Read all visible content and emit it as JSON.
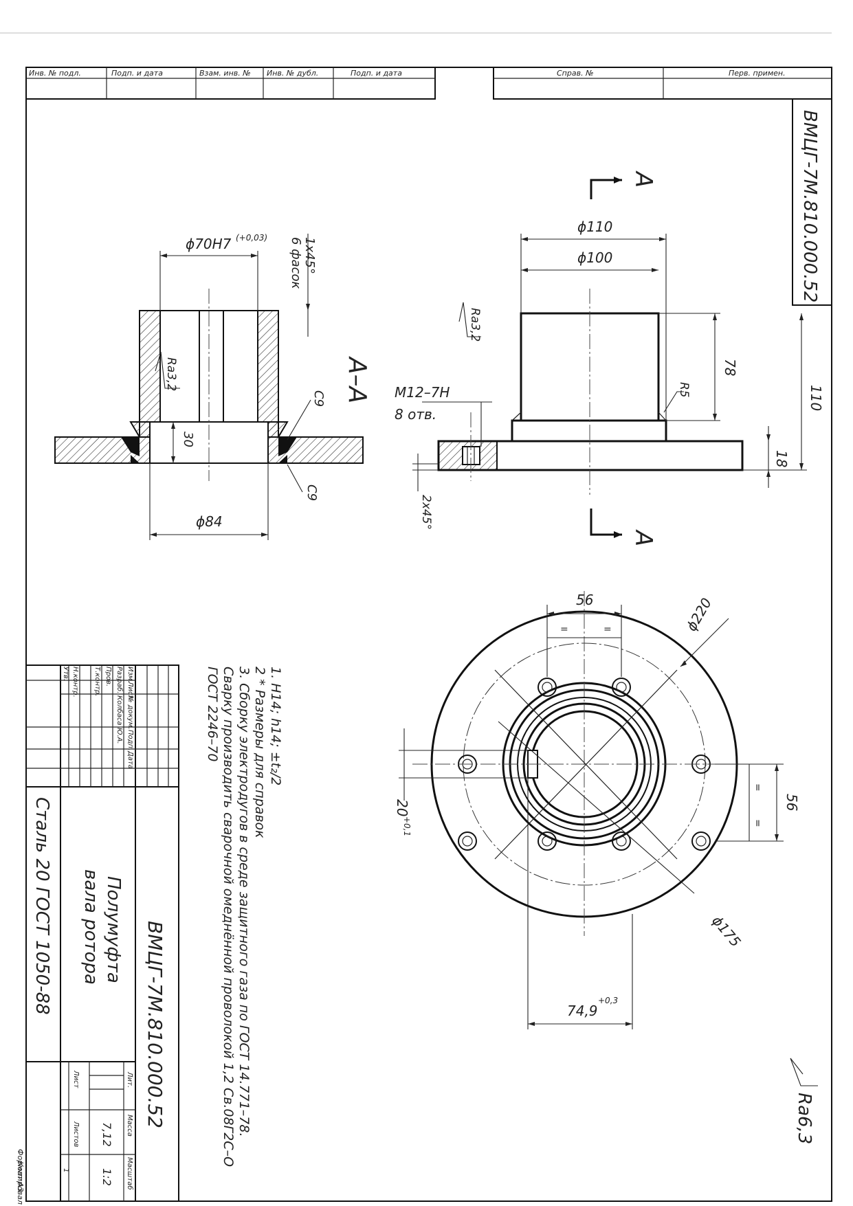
{
  "margin_table": {
    "headers": [
      "Инв. № подл.",
      "Подп. и дата",
      "Взам. инв. №",
      "Инв. № дубл.",
      "Подп. и дата"
    ],
    "right_headers": [
      "Справ. №",
      "Перв. примен."
    ]
  },
  "designation_top": "ВМЦГ-7М.810.000.52",
  "section_label": "А–А",
  "section_mark": "А",
  "dims": {
    "d70": "ϕ70Н7",
    "d70_tol": "(+0,03)",
    "chamfer1": "1х45°",
    "chamfer1_note": "6 фасок",
    "ra32": "Ra3,2",
    "c9": "С9",
    "h30": "30",
    "d84": "ϕ84",
    "d110": "ϕ110",
    "d100": "ϕ100",
    "h78": "78",
    "h110": "110",
    "r5": "R5",
    "thread": "М12–7Н",
    "holes": "8 отв.",
    "h18": "18",
    "chamfer2": "2х45°",
    "w56": "56",
    "eq": "=",
    "d220": "ϕ220",
    "d175": "ϕ175",
    "key": "20",
    "key_tol": "+0,1",
    "keyd": "74,9",
    "keyd_tol": "+0,3"
  },
  "roughness_general": "Ra6,3",
  "notes": [
    "1. Н14; h14; ±t₂/2",
    "2 * Размеры для справок",
    "3. Сборку электродугов в среде защитного газа по ГОСТ 14.771–78.",
    "Сварку производить сварочной омеднённой проволокой 1,2 Св.08Г2С–О",
    "ГОСТ 2246–70"
  ],
  "title_block": {
    "designation": "ВМЦГ-7М.810.000.52",
    "name_line1": "Полумуфта",
    "name_line2": "вала ротора",
    "material": "Сталь 20 ГОСТ 1050-88",
    "col_headers": [
      "Изм.",
      "Лист",
      "№ докум.",
      "Подп.",
      "Дата"
    ],
    "roles": [
      "Разраб.",
      "Пров.",
      "Т.контр.",
      "",
      "Н.контр.",
      "Утв."
    ],
    "developer": "Колбаса Ю.А.",
    "lit_label": "Лит.",
    "mass_label": "Масса",
    "scale_label": "Масштаб",
    "mass": "7,12",
    "scale": "1:2",
    "sheet_label": "Лист",
    "sheets_label": "Листов",
    "sheets": "1"
  },
  "copied": "Копировал",
  "format": "Формат А3"
}
